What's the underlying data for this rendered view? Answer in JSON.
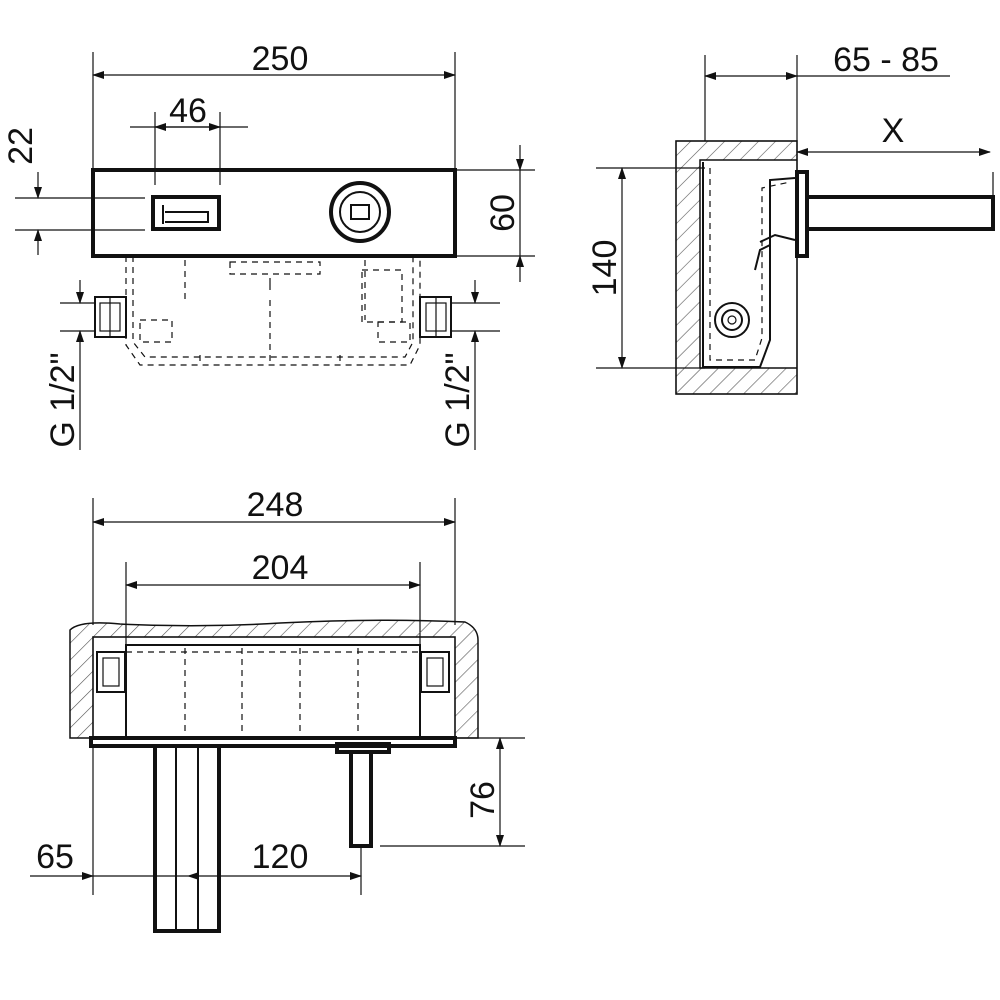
{
  "dimensions": {
    "top_overall_width": "250",
    "top_handle_width": "46",
    "top_handle_offset": "22",
    "top_height": "60",
    "thread_left": "G 1/2\"",
    "thread_right": "G 1/2\"",
    "side_depth_range": "65 - 85",
    "side_projection": "X",
    "side_height": "140",
    "bottom_overall_width": "248",
    "bottom_inner_width": "204",
    "bottom_spout_offset": "65",
    "bottom_spout_spacing": "120",
    "bottom_lever_length": "76"
  },
  "colors": {
    "line": "#111111",
    "background": "#ffffff",
    "hatch": "#555555"
  }
}
